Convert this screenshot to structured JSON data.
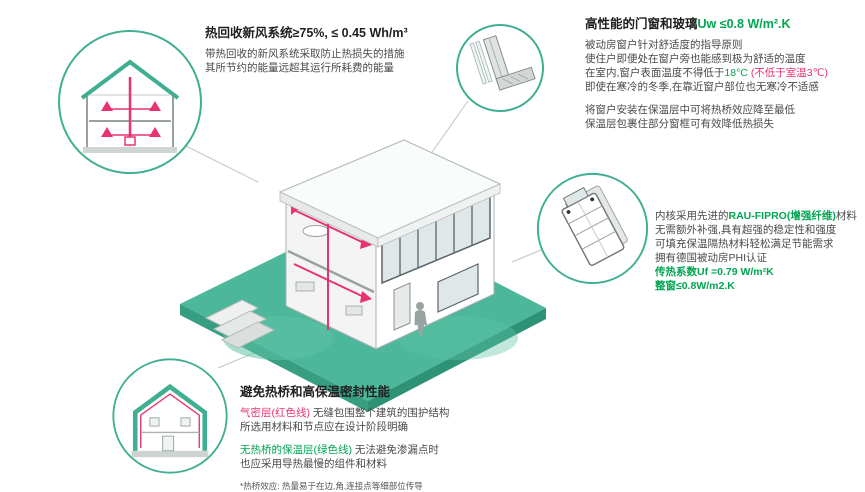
{
  "colors": {
    "teal": "#3fae92",
    "teal_dark": "#2e9277",
    "green": "#00a651",
    "red": "#e8336d",
    "dark": "#1f1f1f",
    "body": "#4a4a4a"
  },
  "heat_recovery": {
    "title": "热回收新风系统≥75%, ≤ 0.45 Wh/m³",
    "line1": "带热回收的新风系统采取防止热损失的措施",
    "line2": "其所节约的能量远超其运行所耗费的能量"
  },
  "windows": {
    "title_black": "高性能的门窗和玻璃",
    "title_green": "Uw ≤0.8 W/m².K",
    "line1": "被动房窗户针对舒适度的指导原则",
    "line2": "使住户即便处在窗户旁也能感到极为舒适的温度",
    "line3_black": "在室内,窗户表面温度不得低于",
    "line3_green": "18°C ",
    "line3_red": "(不低于室温3℃)",
    "line4": "即使在寒冷的冬季,在靠近窗户部位也无寒冷不适感",
    "line5": "将窗户安装在保温层中可将热桥效应降至最低",
    "line6": "保温层包裹住部分窗框可有效降低热损失"
  },
  "profile": {
    "line1_pre": "内核采用先进的",
    "line1_green": "RAU-FIPRO(增强纤维)",
    "line1_post": "材料",
    "line2": "无需额外补强,具有超强的稳定性和强度",
    "line3": "可填充保温隔热材料轻松满足节能需求",
    "line4": "拥有德国被动房PHI认证",
    "uf": "传热系数Uf =0.79 W/m²K",
    "uw": "整窗≤0.8W/m2.K"
  },
  "thermal": {
    "title": "避免热桥和高保温密封性能",
    "airtight_label": "气密层(红色线)",
    "airtight_rest": " 无缝包围整个建筑的围护结构",
    "line2": "所选用材料和节点应在设计阶段明确",
    "insulation_label": "无热桥的保温层(绿色线)",
    "insulation_rest": " 无法避免渗漏点时",
    "line4": "也应采用导热最慢的组件和材料",
    "footnote": "*热桥效应: 热量易于在边,角,连接点等细部位传导"
  }
}
